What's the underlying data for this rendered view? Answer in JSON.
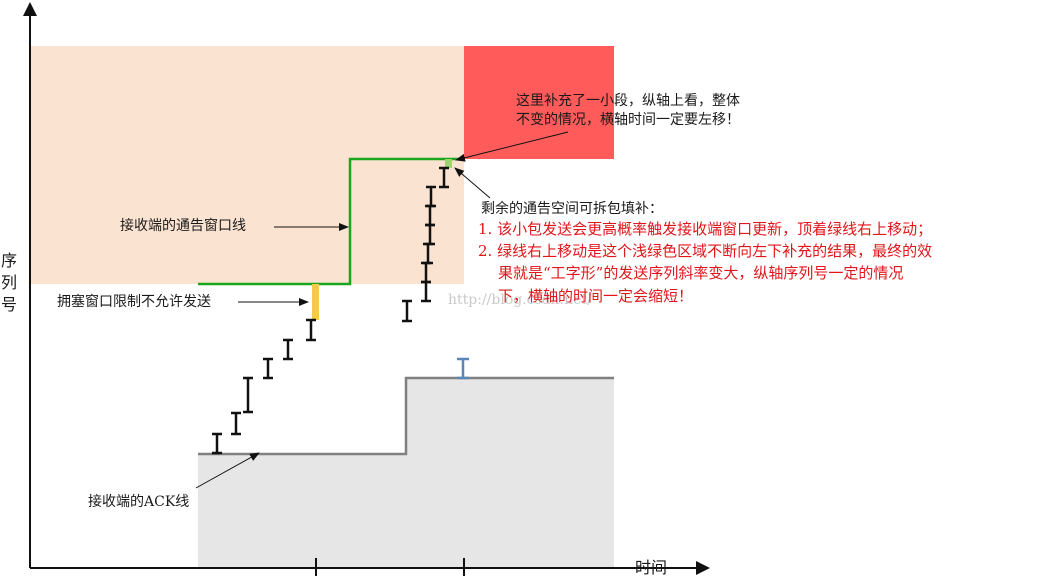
{
  "axes": {
    "y_label_chars": [
      "序",
      "列",
      "号"
    ],
    "x_label": "时间"
  },
  "annotations": {
    "recv_window_line": "接收端的通告窗口线",
    "cwnd_limit": "拥塞窗口限制不允许发送",
    "ack_line": "接收端的ACK线",
    "top_note": [
      "这里补充了一小段，纵轴上看，整体",
      "不变的情况，横轴时间一定要左移！"
    ],
    "remaining_note": "剩余的通告空间可拆包填补：",
    "points": [
      "1. 该小包发送会更高概率触发接收端窗口更新，顶着绿线右上移动；",
      "2. 绿线右上移动是这个浅绿色区域不断向左下补充的结果，最终的效",
      "果就是“工字形”的发送序列斜率变大，纵轴序列号一定的情况",
      "下，横轴的时间一定会缩短！"
    ]
  },
  "watermark": "http://blog.csdn.net/",
  "colors": {
    "peach": "#fbe3d1",
    "red_block": "#ff5b5b",
    "gray_block": "#e6e6e6",
    "green_line": "#1aa51a",
    "ack_line": "#808080",
    "yellow_bar": "#f7c94a",
    "light_green": "#9ed36f",
    "blue_marker": "#5a86b8",
    "note_red": "#e0161b"
  },
  "icons": {
    "y_axis_arrow": "arrow-up-icon",
    "x_axis_arrow": "arrow-right-icon",
    "segment_marker": "i-beam-icon"
  }
}
